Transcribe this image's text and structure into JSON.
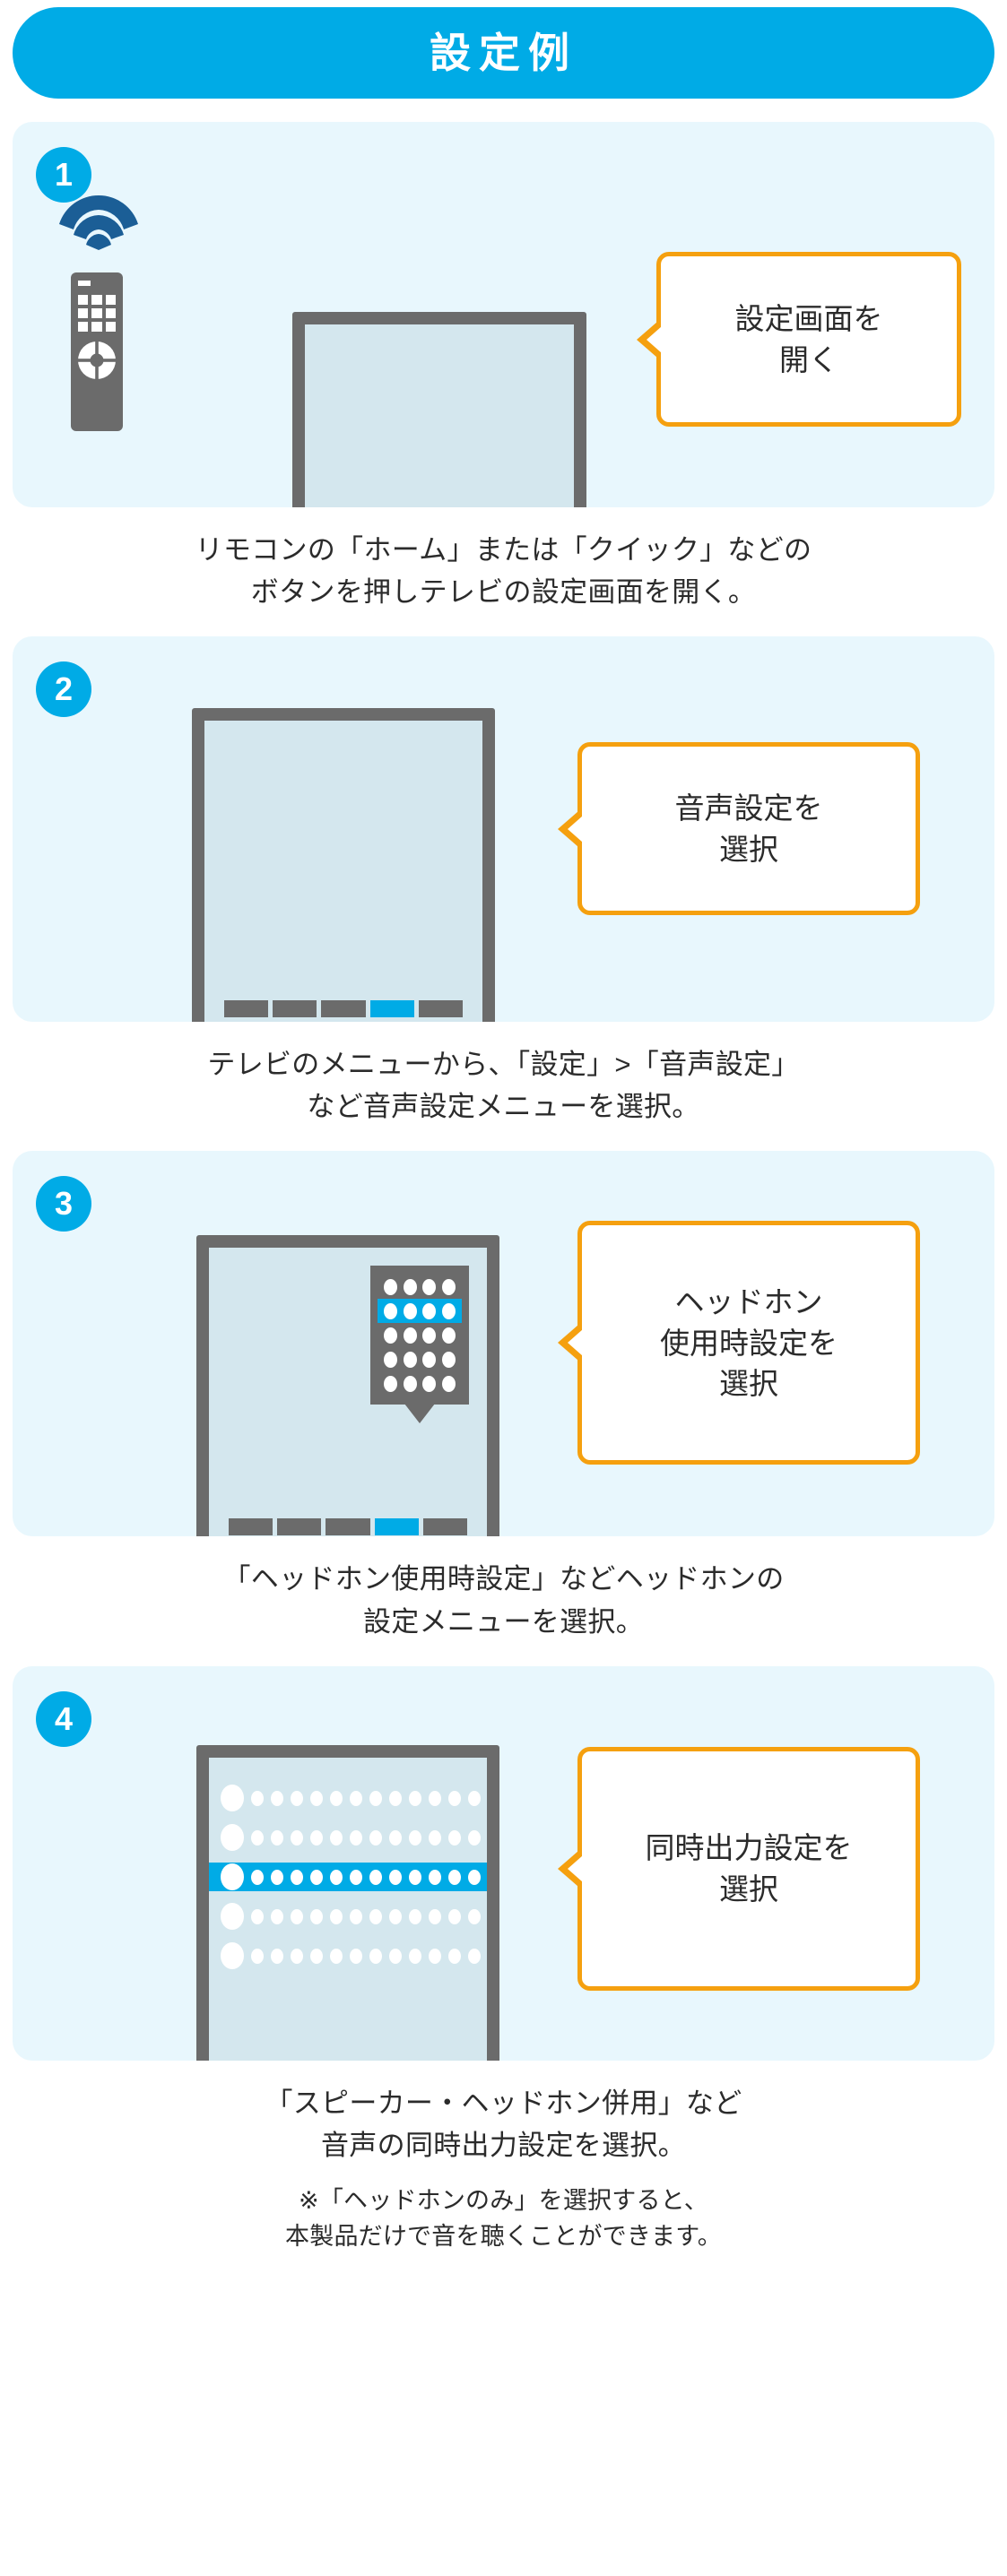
{
  "header": {
    "title": "設定例",
    "bg_color": "#00ABE6",
    "text_color": "#FFFFFF"
  },
  "theme": {
    "panel_bg": "#E8F7FD",
    "accent_cyan": "#00ABE6",
    "callout_border": "#F5A00F",
    "device_gray": "#6B6B6B",
    "screen_blue": "#D4E7EE",
    "wifi_blue": "#1B5E96",
    "text_color": "#2B2B2B"
  },
  "steps": [
    {
      "number": "1",
      "callout": "設定画面を\n開く",
      "caption": "リモコンの「ホーム」または「クイック」などの\nボタンを押しテレビの設定画面を開く。",
      "note": "",
      "illustration": "remote-and-tv-with-wifi"
    },
    {
      "number": "2",
      "callout": "音声設定を\n選択",
      "caption": "テレビのメニューから、「設定」>「音声設定」\nなど音声設定メニューを選択。",
      "note": "",
      "illustration": "tv-with-menu-bar",
      "menu_bars": 5,
      "active_bar_index": 3
    },
    {
      "number": "3",
      "callout": "ヘッドホン\n使用時設定を\n選択",
      "caption": "「ヘッドホン使用時設定」などヘッドホンの\n設定メニューを選択。",
      "note": "",
      "illustration": "tv-with-dropdown",
      "menu_bars": 5,
      "active_bar_index": 3,
      "dropdown_rows": 5,
      "dropdown_cols": 4,
      "dropdown_active_row": 1
    },
    {
      "number": "4",
      "callout": "同時出力設定を\n選択",
      "caption": "「スピーカー・ヘッドホン併用」など\n音声の同時出力設定を選択。",
      "note": "※「ヘッドホンのみ」を選択すると、\n本製品だけで音を聴くことができます。",
      "illustration": "tv-with-dot-grid",
      "grid_rows": 5,
      "grid_small_dots": 13,
      "grid_active_row": 2
    }
  ]
}
